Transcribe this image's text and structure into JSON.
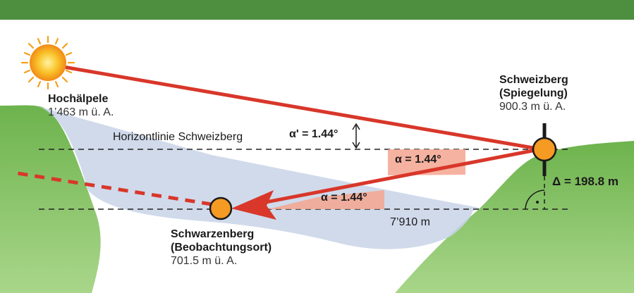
{
  "colors": {
    "header_band": "#4e8f3f",
    "hill_green": "#7fc05a",
    "water_shadow": "#c8d3e8",
    "ray": "#d8372a",
    "marker": "#f59a23",
    "angle_fill": "#f4a48f"
  },
  "icons": {
    "sun": "sun-icon",
    "right_angle": "right-angle-icon",
    "double_arrow": "double-arrow-icon"
  },
  "hochaelpele": {
    "name": "Hochälpele",
    "elevation": "1’463 m ü. A."
  },
  "schweizberg": {
    "name_line1": "Schweizberg",
    "name_line2": "(Spiegelung)",
    "elevation": "900.3 m ü. A."
  },
  "schwarzenberg": {
    "name_line1": "Schwarzenberg",
    "name_line2": "(Beobachtungsort)",
    "elevation": "701.5 m ü. A."
  },
  "horizon_label": "Horizontlinie Schweizberg",
  "angles": {
    "alpha_prime": "α' = 1.44°",
    "alpha_upper": "α = 1.44°",
    "alpha_lower": "α = 1.44°"
  },
  "delta": "Δ = 198.8 m",
  "distance": "7’910 m"
}
